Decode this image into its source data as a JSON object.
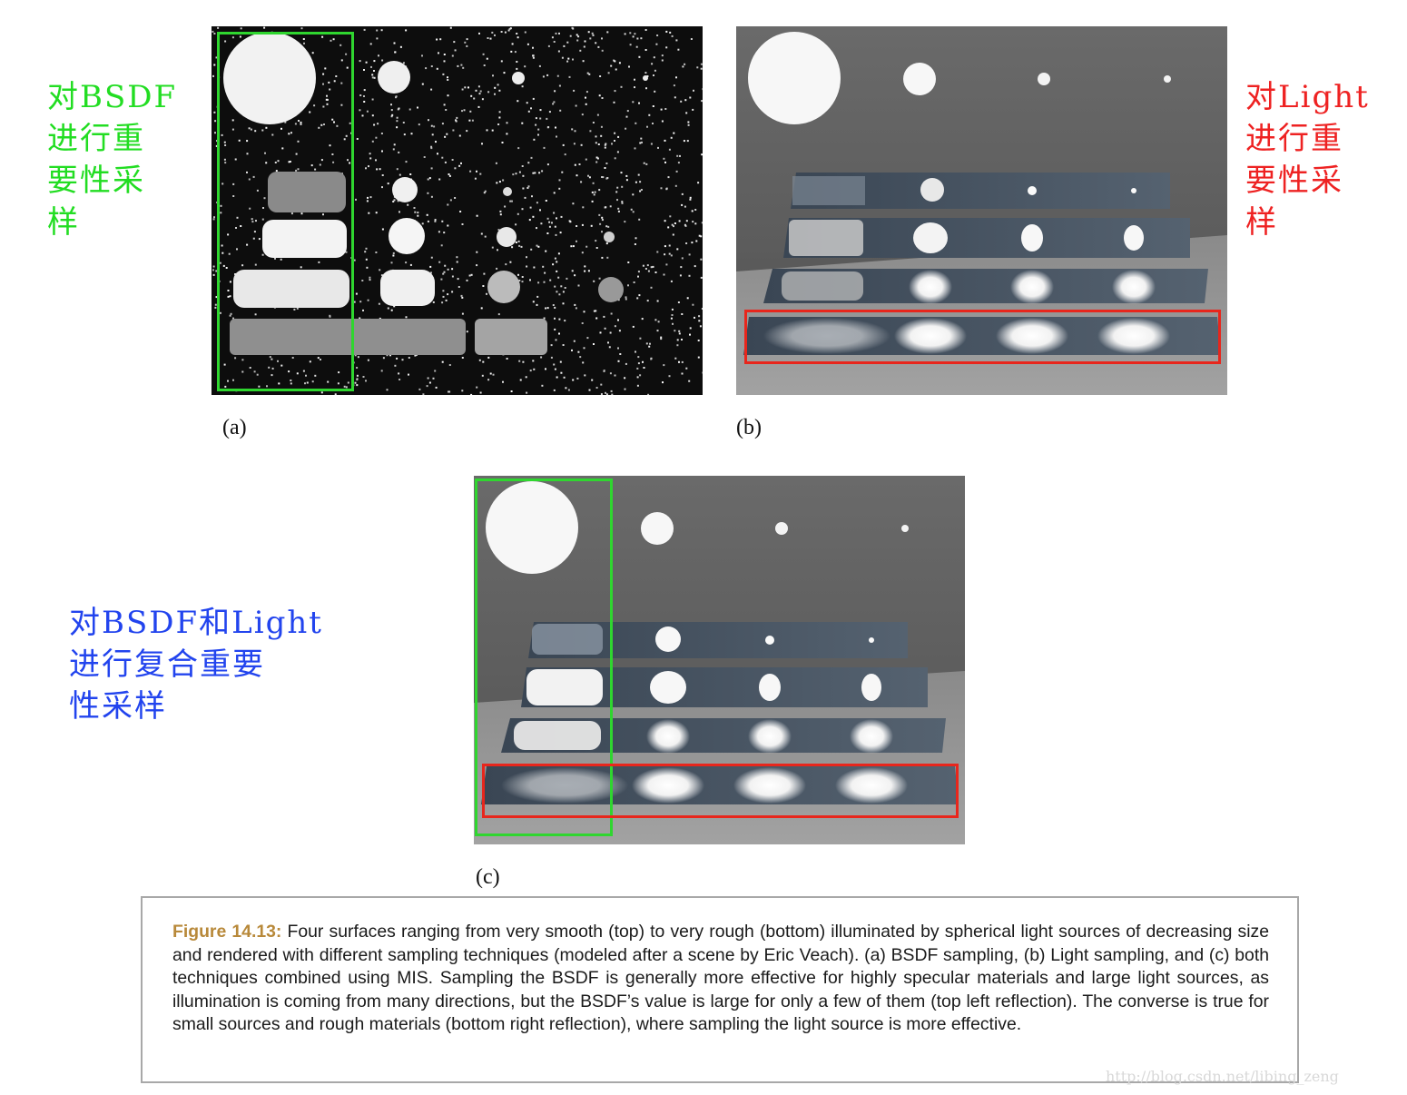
{
  "annotations": {
    "bsdf": "对BSDF\n进行重\n要性采\n样",
    "light": "对Light\n进行重\n要性采\n样",
    "mis": "对BSDF和Light\n进行复合重要\n性采样"
  },
  "panels": {
    "a": {
      "label": "(a)",
      "image": "render-bsdf-sampling"
    },
    "b": {
      "label": "(b)",
      "image": "render-light-sampling"
    },
    "c": {
      "label": "(c)",
      "image": "render-mis-combined"
    }
  },
  "caption": {
    "figure_label": "Figure 14.13:",
    "text": "Four surfaces ranging from very smooth (top) to very rough (bottom) illuminated by spherical light sources of decreasing size and rendered with different sampling techniques (modeled after a scene by Eric Veach). (a) BSDF sampling, (b) Light sampling, and (c) both techniques combined using MIS. Sampling the BSDF is generally more effective for highly specular materials and large light sources, as illumination is coming from many directions, but the BSDF’s value is large for only a few of them (top left reflection). The converse is true for small sources and rough materials (bottom right reflection), where sampling the light source is more effective."
  },
  "watermark": "http://blog.csdn.net/libing_zeng",
  "colors": {
    "annotation_bsdf": "#22dd22",
    "annotation_light": "#ee2222",
    "annotation_mis": "#2244ee",
    "highlight_green": "#2fd62f",
    "highlight_red": "#e8261c",
    "figure_label": "#b8893a"
  }
}
